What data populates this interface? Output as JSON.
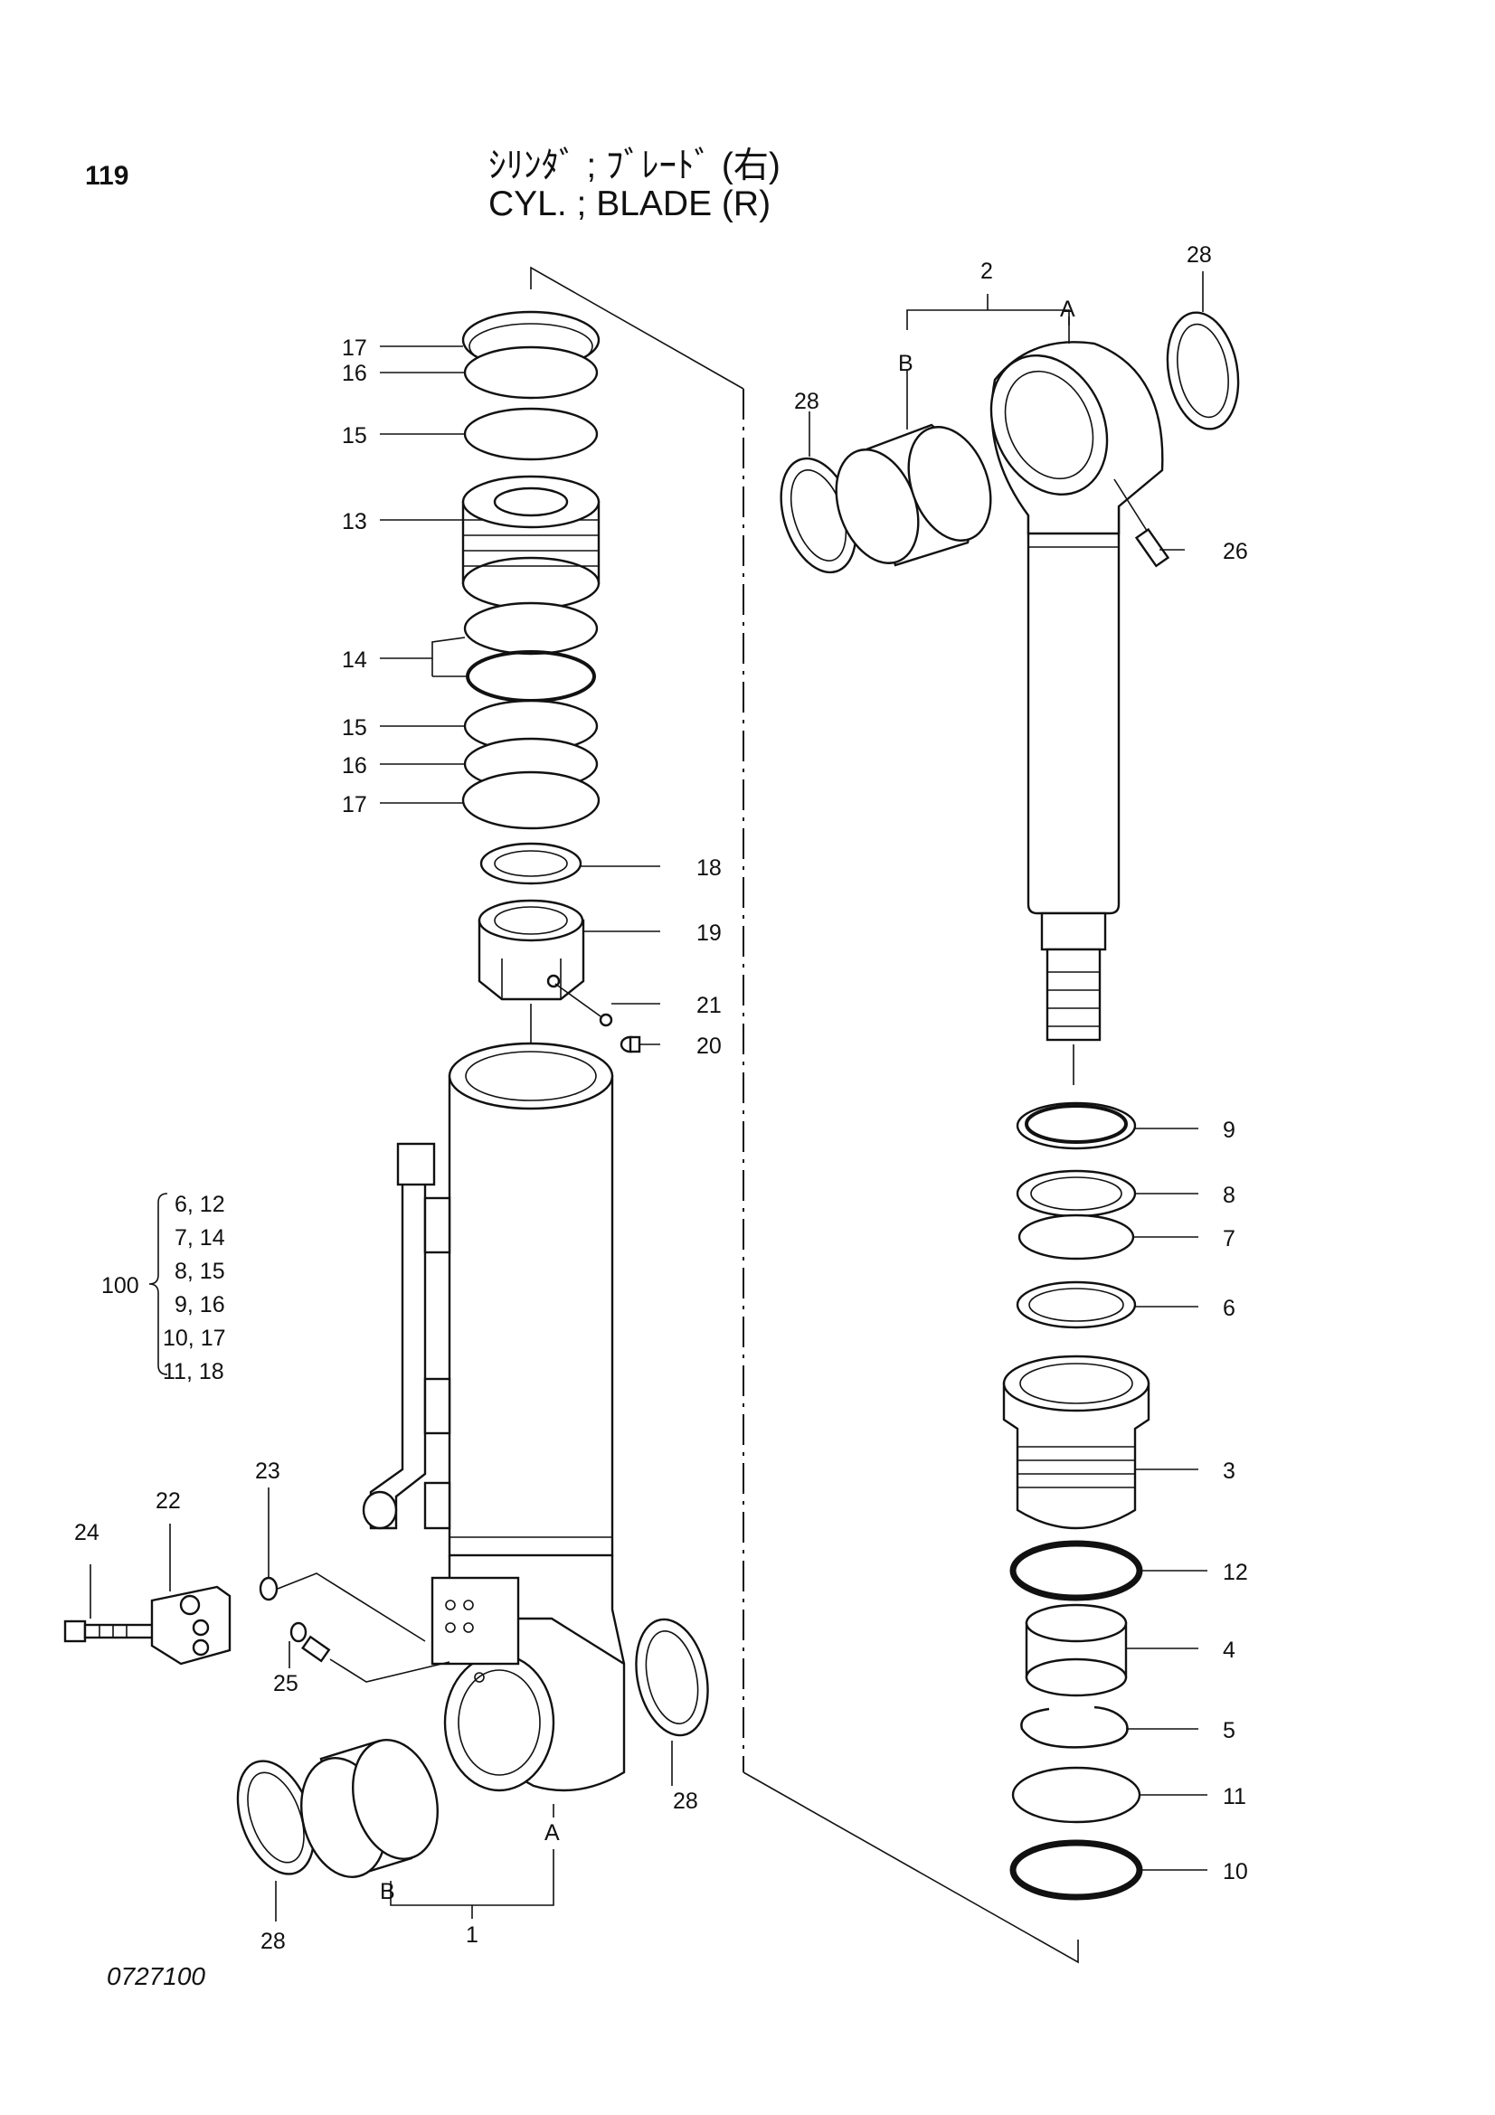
{
  "header": {
    "page_number": "119",
    "title_jp": "ｼﾘﾝﾀﾞ ; ﾌﾞﾚｰﾄﾞ (右)",
    "title_en": "CYL. ; BLADE (R)"
  },
  "footer": {
    "drawing_number": "0727100"
  },
  "callouts": {
    "c17a": "17",
    "c16a": "16",
    "c15a": "15",
    "c13": "13",
    "c14": "14",
    "c15b": "15",
    "c16b": "16",
    "c17b": "17",
    "c18": "18",
    "c19": "19",
    "c21": "21",
    "c20": "20",
    "c28a": "28",
    "c28b": "28",
    "c28c": "28",
    "c28d": "28",
    "c2": "2",
    "cA_top": "A",
    "cB_top": "B",
    "c26": "26",
    "c9": "9",
    "c8": "8",
    "c7": "7",
    "c6": "6",
    "c3": "3",
    "c12": "12",
    "c4": "4",
    "c5": "5",
    "c11": "11",
    "c10": "10",
    "c23": "23",
    "c22": "22",
    "c24": "24",
    "c25": "25",
    "cA_bottom": "A",
    "cB_bottom": "B",
    "c1": "1",
    "c100": "100"
  },
  "kit_100": {
    "label": "100",
    "rows": [
      "6, 12",
      "7, 14",
      "8, 15",
      "9, 16",
      "10, 17",
      "11, 18"
    ]
  }
}
